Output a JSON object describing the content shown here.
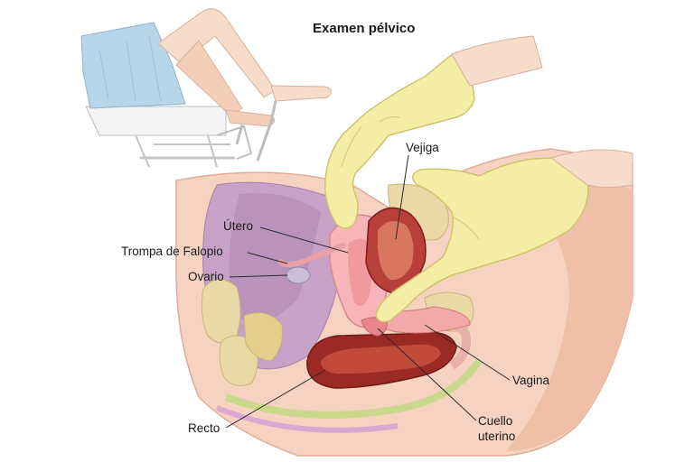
{
  "title": "Examen pélvico",
  "labels": {
    "vejiga": "Vejiga",
    "utero": "Útero",
    "trompa": "Trompa de Falopio",
    "ovario": "Ovario",
    "vagina": "Vagina",
    "recto": "Recto",
    "cuello_line1": "Cuello",
    "cuello_line2": "uterino"
  }
}
